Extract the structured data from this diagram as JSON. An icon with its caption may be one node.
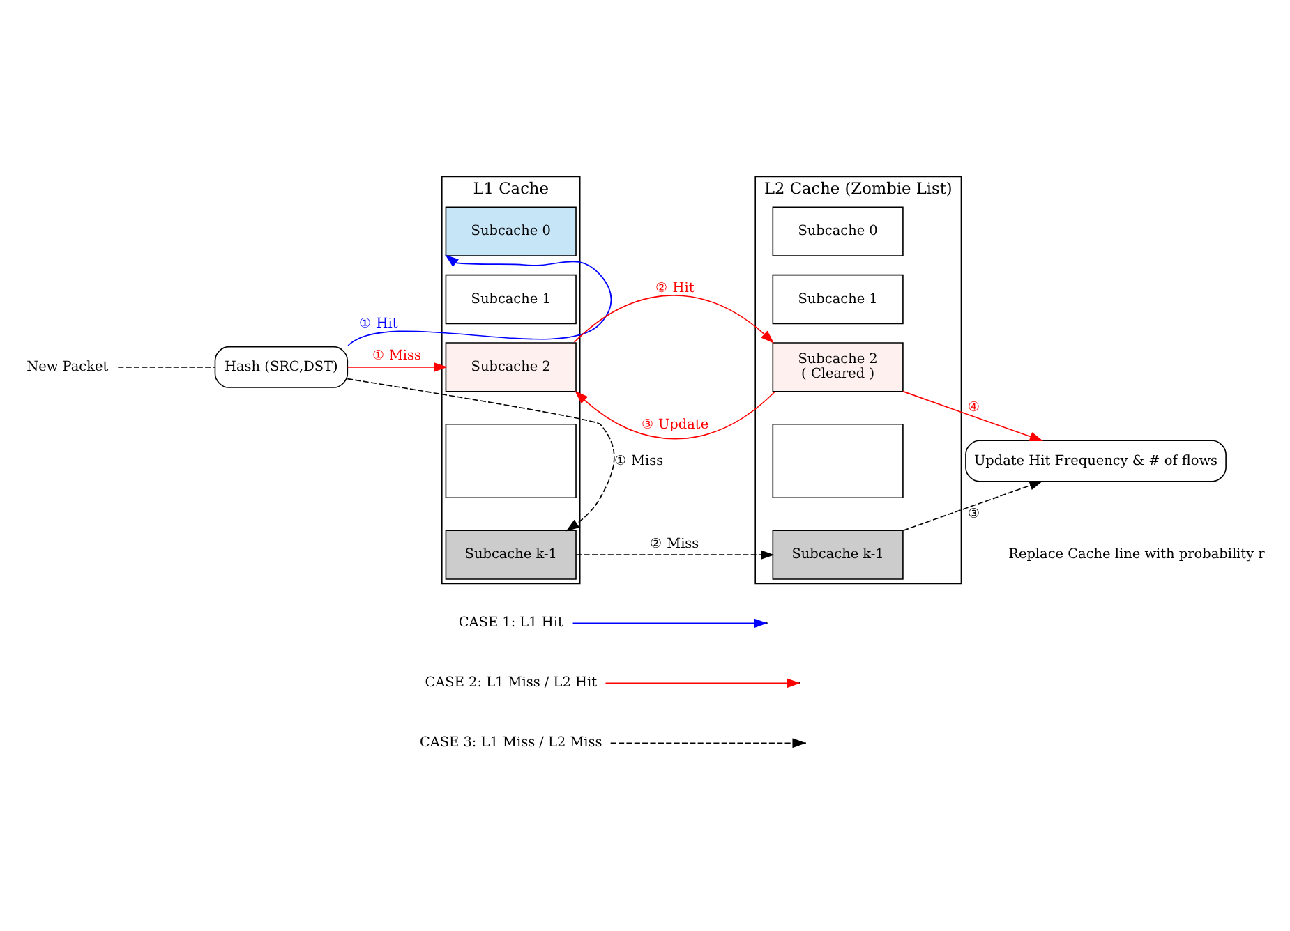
{
  "diagram": {
    "nodes": [
      {
        "text": [
          "New Packet"
        ]
      },
      {
        "text": [
          "Hash (SRC,DST)"
        ]
      },
      {
        "text": [
          "L1 Cache"
        ]
      },
      {
        "text": [
          "Subcache 0"
        ],
        "in": 2
      },
      {
        "text": [
          "Subcache 1"
        ],
        "in": 2
      },
      {
        "text": [
          "Subcache 2"
        ],
        "in": 2
      },
      {
        "text": [],
        "shape": "box",
        "in": 2
      },
      {
        "text": [
          "Subcache k-1"
        ],
        "in": 2
      },
      {
        "text": [
          "L2 Cache (Zombie List)"
        ]
      },
      {
        "text": [
          "Subcache 0"
        ],
        "in": 8
      },
      {
        "text": [
          "Subcache 1"
        ],
        "in": 8
      },
      {
        "text": [
          "Subcache 2",
          "( Cleared )"
        ],
        "in": 8
      },
      {
        "text": [],
        "shape": "box",
        "in": 8
      },
      {
        "text": [
          "Subcache k-1"
        ],
        "in": 8
      },
      {
        "text": [
          "Update Hit Frequency & # of flows"
        ]
      }
    ],
    "edges": [
      {
        "from": 0,
        "to": 1,
        "arrow": "none",
        "style": "dashed"
      },
      {
        "from": 1,
        "to": 3,
        "arrow": "to",
        "label": "① Hit",
        "color": "#0000ff"
      },
      {
        "from": 1,
        "to": 5,
        "arrow": "to",
        "label": "① Miss",
        "color": "#ff0000"
      },
      {
        "from": 1,
        "to": 7,
        "arrow": "to",
        "label": "① Miss",
        "style": "dashed"
      },
      {
        "from": 5,
        "to": 11,
        "arrow": "to",
        "label": "② Hit",
        "color": "#ff0000"
      },
      {
        "from": 11,
        "to": 5,
        "arrow": "to",
        "label": "③ Update",
        "color": "#ff0000"
      },
      {
        "from": 7,
        "to": 13,
        "arrow": "to",
        "label": "② Miss",
        "style": "dashed"
      },
      {
        "from": 11,
        "to": 14,
        "arrow": "to",
        "label": "④",
        "color": "#ff0000"
      },
      {
        "from": 13,
        "to": 14,
        "arrow": "to",
        "label": "③",
        "style": "dashed"
      }
    ],
    "labels": [
      "Replace Cache line with probability r"
    ],
    "legend": [
      {
        "text": "CASE 1: L1 Hit"
      },
      {
        "text": "CASE 2: L1 Miss / L2 Hit"
      },
      {
        "text": "CASE 3: L1 Miss / L2 Miss"
      }
    ]
  }
}
